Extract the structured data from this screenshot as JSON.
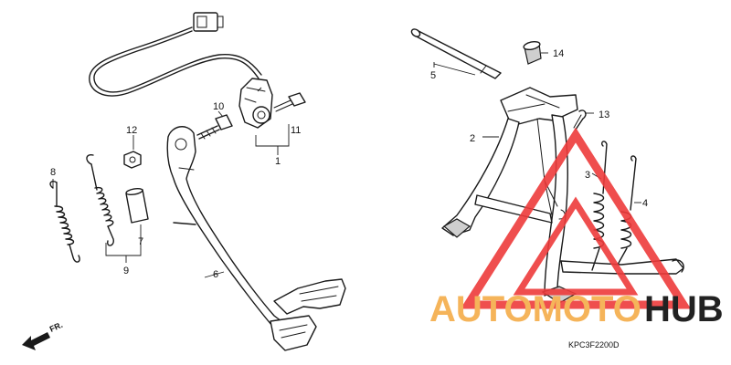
{
  "diagram": {
    "callouts": [
      {
        "label": "1"
      },
      {
        "label": "2"
      },
      {
        "label": "3"
      },
      {
        "label": "4"
      },
      {
        "label": "5"
      },
      {
        "label": "6"
      },
      {
        "label": "7"
      },
      {
        "label": "8"
      },
      {
        "label": "9"
      },
      {
        "label": "10"
      },
      {
        "label": "11"
      },
      {
        "label": "12"
      },
      {
        "label": "13"
      },
      {
        "label": "14"
      }
    ],
    "direction_label": "FR.",
    "diagram_code": "KPC3F2200D"
  },
  "watermark": {
    "brand_part1": "AUTOMOTO",
    "brand_part2": "HUB",
    "color_orange": "#f5b45a",
    "color_red": "#ee3b3b",
    "color_dark": "#222222"
  }
}
